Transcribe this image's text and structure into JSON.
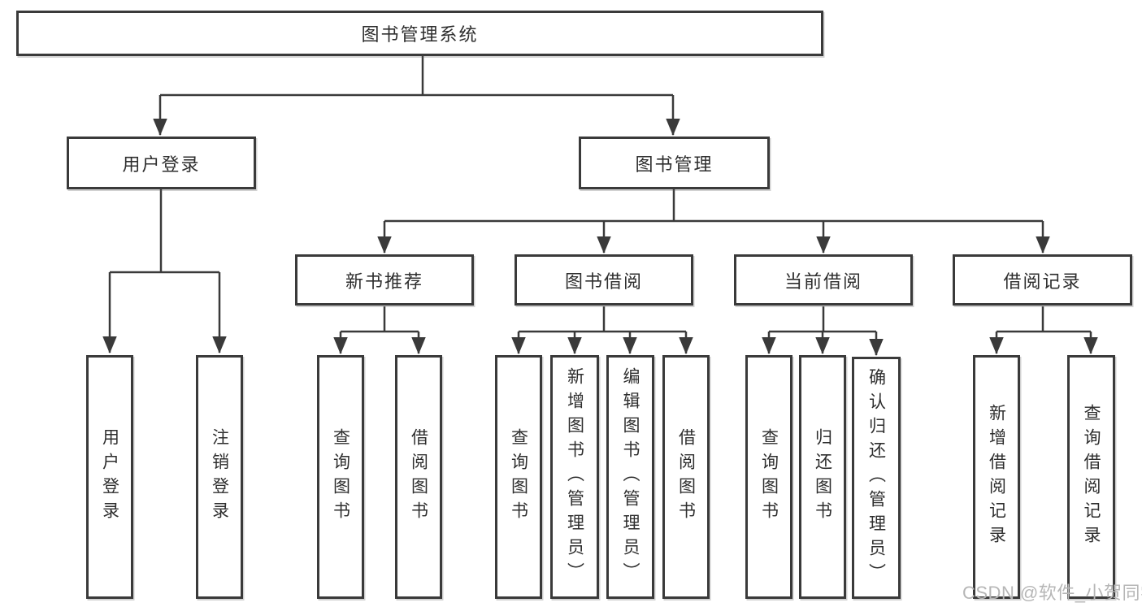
{
  "colors": {
    "background": "#ffffff",
    "line": "#3a3a3a",
    "box_border": "#3a3a3a",
    "text": "#2e2e2e",
    "watermark": "#b6b6b6"
  },
  "nodes": {
    "root": "图书管理系统",
    "user_login": "用户登录",
    "book_mgmt": "图书管理",
    "new_books": "新书推荐",
    "book_borrow": "图书借阅",
    "current_borrow": "当前借阅",
    "borrow_records": "借阅记录"
  },
  "leaves": {
    "user_login": [
      "用户登录",
      "注销登录"
    ],
    "new_books": [
      "查询图书",
      "借阅图书"
    ],
    "book_borrow": [
      "查询图书",
      "新增图书（管理员）",
      "编辑图书（管理员）",
      "借阅图书"
    ],
    "current_borrow": [
      "查询图书",
      "归还图书",
      "确认归还（管理员）"
    ],
    "borrow_records": [
      "新增借阅记录",
      "查询借阅记录"
    ]
  },
  "watermark": "CSDN @软件_小贺同学"
}
